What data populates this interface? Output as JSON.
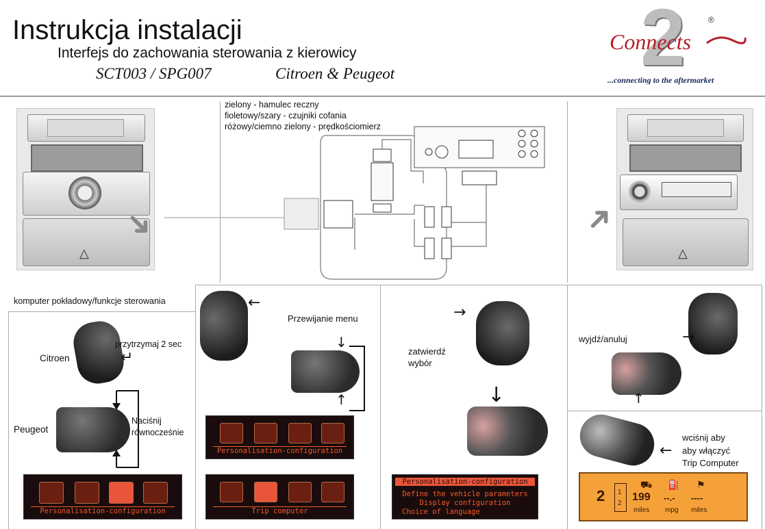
{
  "header": {
    "title": "Instrukcja instalacji",
    "subtitle": "Interfejs do zachowania sterowania z kierowicy",
    "model": "SCT003 / SPG007",
    "brand": "Citroen & Peugeot",
    "logo_text": "Connects",
    "logo_number": "2",
    "registered": "®",
    "tagline": "...connecting to the aftermarket"
  },
  "wiring": {
    "labels": [
      "zielony - hamulec reczny",
      "fioletowy/szary - czujniki cofania",
      "różowy/ciemno zielony - prędkościomierz"
    ]
  },
  "sections": {
    "panel1_heading": "komputer pokładowy/funkcje sterowania",
    "hold_text": "przytrzymaj 2 sec",
    "citroen": "Citroen",
    "peugeot": "Peugeot",
    "press_together_1": "Naciśnij",
    "press_together_2": "równocześnie",
    "scroll_menu": "Przewijanie menu",
    "confirm_1": "zatwierdź",
    "confirm_2": "wybór",
    "exit": "wyjdź/anuluj",
    "press_1": "wciśnij aby",
    "press_2": "aby włączyć",
    "press_3": "Trip Computer"
  },
  "displays": {
    "pers_config": "Personalisation-configuration",
    "trip_computer": "Trip computer",
    "menu_title": "Personalisation-configuration",
    "menu_items": [
      "Define the vehicle parameters",
      "Display configuration",
      "Choice of language"
    ],
    "trip_gear": "2",
    "trip_index_1": "1",
    "trip_index_2": "2",
    "trip_value_1": "199",
    "trip_value_2": "--.-",
    "trip_value_3": "----",
    "trip_unit_1": "miles",
    "trip_unit_2": "mpg",
    "trip_unit_3": "miles"
  },
  "colors": {
    "lcd_text": "#f25a2a",
    "lcd_orange": "#f5a13a",
    "logo_blue": "#1a2a5a",
    "logo_red": "#b4202a"
  }
}
